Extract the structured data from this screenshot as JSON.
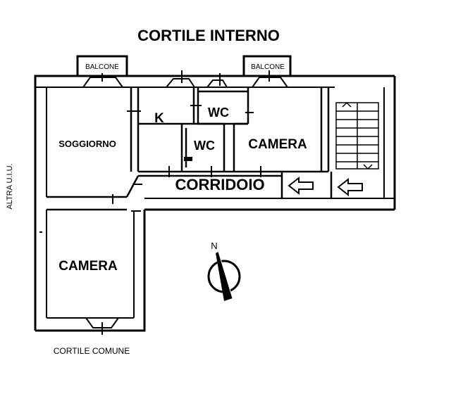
{
  "labels": {
    "courtyard_internal": "CORTILE INTERNO",
    "courtyard_common": "CORTILE COMUNE",
    "other_unit": "ALTRA U.I.U.",
    "balcony_left": "BALCONE",
    "balcony_right": "BALCONE",
    "living_room": "SOGGIORNO",
    "kitchen": "K",
    "wc_upper": "WC",
    "wc_lower": "WC",
    "bedroom_upper": "CAMERA",
    "bedroom_lower": "CAMERA",
    "corridor": "CORRIDOIO",
    "north": "N"
  },
  "colors": {
    "ink": "#000000",
    "paper": "#ffffff"
  }
}
